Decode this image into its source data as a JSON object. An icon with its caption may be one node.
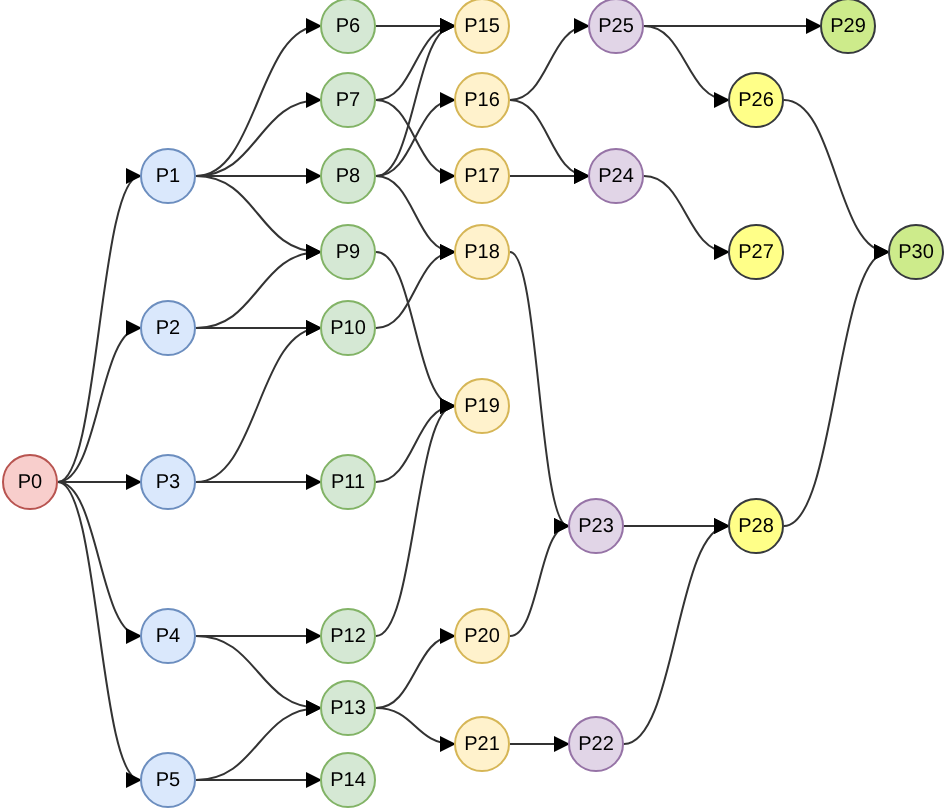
{
  "diagram": {
    "nodes": [
      {
        "text": [
          "P0"
        ]
      },
      {
        "text": [
          "P1"
        ]
      },
      {
        "text": [
          "P2"
        ]
      },
      {
        "text": [
          "P3"
        ]
      },
      {
        "text": [
          "P4"
        ]
      },
      {
        "text": [
          "P5"
        ]
      },
      {
        "text": [
          "P6"
        ]
      },
      {
        "text": [
          "P7"
        ]
      },
      {
        "text": [
          "P8"
        ]
      },
      {
        "text": [
          "P9"
        ]
      },
      {
        "text": [
          "P10"
        ]
      },
      {
        "text": [
          "P11"
        ]
      },
      {
        "text": [
          "P12"
        ]
      },
      {
        "text": [
          "P13"
        ]
      },
      {
        "text": [
          "P14"
        ]
      },
      {
        "text": [
          "P15"
        ]
      },
      {
        "text": [
          "P16"
        ]
      },
      {
        "text": [
          "P17"
        ]
      },
      {
        "text": [
          "P18"
        ]
      },
      {
        "text": [
          "P19"
        ]
      },
      {
        "text": [
          "P20"
        ]
      },
      {
        "text": [
          "P21"
        ]
      },
      {
        "text": [
          "P22"
        ]
      },
      {
        "text": [
          "P23"
        ]
      },
      {
        "text": [
          "P24"
        ]
      },
      {
        "text": [
          "P25"
        ]
      },
      {
        "text": [
          "P26"
        ]
      },
      {
        "text": [
          "P27"
        ]
      },
      {
        "text": [
          "P28"
        ]
      },
      {
        "text": [
          "P29"
        ]
      },
      {
        "text": [
          "P30"
        ]
      }
    ],
    "edges": [
      {
        "from": 0,
        "to": 1,
        "arrow": "to"
      },
      {
        "from": 0,
        "to": 2,
        "arrow": "to"
      },
      {
        "from": 0,
        "to": 3,
        "arrow": "to"
      },
      {
        "from": 0,
        "to": 4,
        "arrow": "to"
      },
      {
        "from": 0,
        "to": 5,
        "arrow": "to"
      },
      {
        "from": 1,
        "to": 6,
        "arrow": "to"
      },
      {
        "from": 1,
        "to": 7,
        "arrow": "to"
      },
      {
        "from": 1,
        "to": 8,
        "arrow": "to"
      },
      {
        "from": 1,
        "to": 9,
        "arrow": "to"
      },
      {
        "from": 2,
        "to": 9,
        "arrow": "to"
      },
      {
        "from": 2,
        "to": 10,
        "arrow": "to"
      },
      {
        "from": 3,
        "to": 10,
        "arrow": "to"
      },
      {
        "from": 3,
        "to": 11,
        "arrow": "to"
      },
      {
        "from": 4,
        "to": 12,
        "arrow": "to"
      },
      {
        "from": 4,
        "to": 13,
        "arrow": "to"
      },
      {
        "from": 5,
        "to": 13,
        "arrow": "to"
      },
      {
        "from": 5,
        "to": 14,
        "arrow": "to"
      },
      {
        "from": 6,
        "to": 15,
        "arrow": "to"
      },
      {
        "from": 7,
        "to": 15,
        "arrow": "to"
      },
      {
        "from": 7,
        "to": 17,
        "arrow": "to"
      },
      {
        "from": 8,
        "to": 15,
        "arrow": "to"
      },
      {
        "from": 8,
        "to": 16,
        "arrow": "to"
      },
      {
        "from": 8,
        "to": 18,
        "arrow": "to"
      },
      {
        "from": 9,
        "to": 19,
        "arrow": "to"
      },
      {
        "from": 10,
        "to": 18,
        "arrow": "to"
      },
      {
        "from": 11,
        "to": 19,
        "arrow": "to"
      },
      {
        "from": 12,
        "to": 19,
        "arrow": "to"
      },
      {
        "from": 13,
        "to": 20,
        "arrow": "to"
      },
      {
        "from": 13,
        "to": 21,
        "arrow": "to"
      },
      {
        "from": 16,
        "to": 25,
        "arrow": "to"
      },
      {
        "from": 16,
        "to": 24,
        "arrow": "to"
      },
      {
        "from": 17,
        "to": 24,
        "arrow": "to"
      },
      {
        "from": 18,
        "to": 23,
        "arrow": "to"
      },
      {
        "from": 20,
        "to": 23,
        "arrow": "to"
      },
      {
        "from": 21,
        "to": 22,
        "arrow": "to"
      },
      {
        "from": 25,
        "to": 29,
        "arrow": "to"
      },
      {
        "from": 25,
        "to": 26,
        "arrow": "to"
      },
      {
        "from": 24,
        "to": 27,
        "arrow": "to"
      },
      {
        "from": 23,
        "to": 28,
        "arrow": "to"
      },
      {
        "from": 22,
        "to": 28,
        "arrow": "to"
      },
      {
        "from": 26,
        "to": 30,
        "arrow": "to"
      },
      {
        "from": 28,
        "to": 30,
        "arrow": "to"
      }
    ]
  }
}
